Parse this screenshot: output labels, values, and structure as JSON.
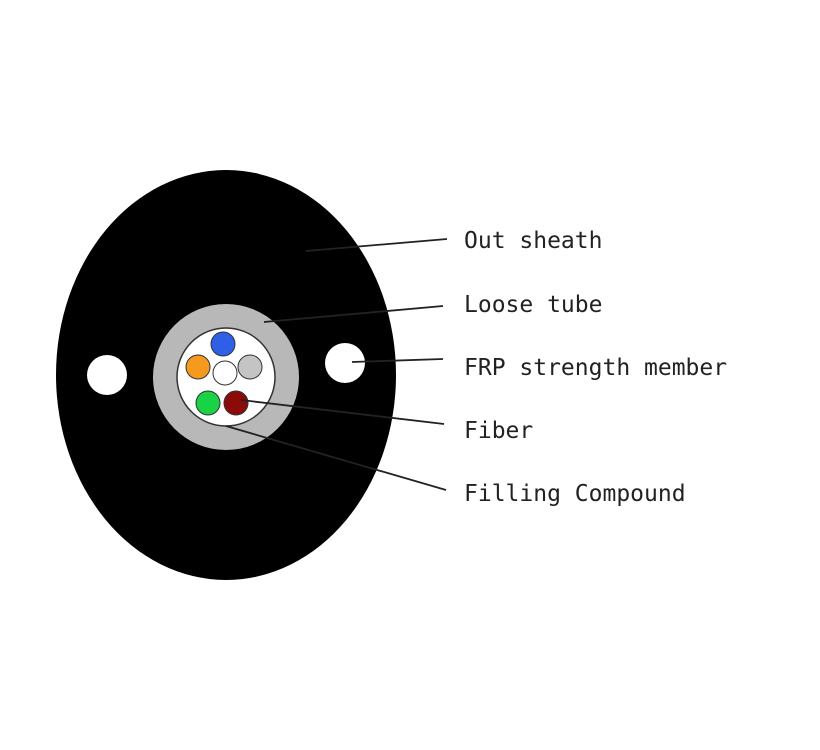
{
  "labels": {
    "out_sheath": "Out sheath",
    "loose_tube": "Loose tube",
    "frp_member": "FRP strength member",
    "fiber": "Fiber",
    "filling_compound": "Filling Compound"
  },
  "colors": {
    "sheath": "#000000",
    "loose_tube": "#b8b8b8",
    "filling": "#ffffff",
    "fiber_blue": "#2f5fe6",
    "fiber_gray": "#c4c4c4",
    "fiber_orange": "#f59a1e",
    "fiber_white": "#ffffff",
    "fiber_green": "#19d246",
    "fiber_brown": "#8b0a0a",
    "leader_line": "#222222"
  }
}
